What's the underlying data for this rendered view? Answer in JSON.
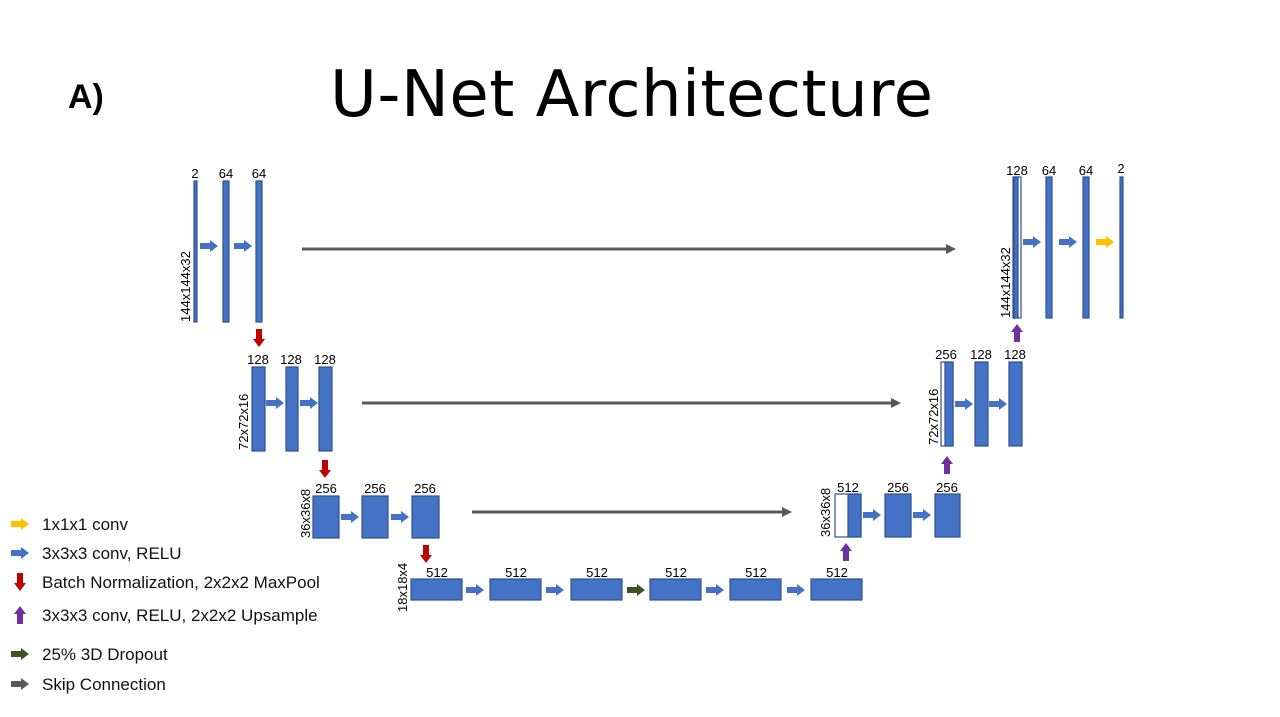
{
  "panel_label": "A)",
  "title": "U-Net Architecture",
  "colors": {
    "block_fill": "#4472C4",
    "block_stroke": "#2F528F",
    "conv_arrow": "#4472C4",
    "pool_arrow": "#C00000",
    "upsample_arrow": "#7030A0",
    "dropout_arrow": "#375623",
    "skip_arrow": "#595959",
    "onexone_arrow": "#FFC000"
  },
  "levels": [
    {
      "dim_label": "144x144x32",
      "encoder_channels": [
        "2",
        "64",
        "64"
      ],
      "decoder_channels": [
        "128",
        "64",
        "64",
        "2"
      ],
      "decoder_dim_label": "144x144x32"
    },
    {
      "dim_label": "72x72x16",
      "encoder_channels": [
        "128",
        "128",
        "128"
      ],
      "decoder_channels": [
        "256",
        "128",
        "128"
      ],
      "decoder_dim_label": "72x72x16"
    },
    {
      "dim_label": "36x36x8",
      "encoder_channels": [
        "256",
        "256",
        "256"
      ],
      "decoder_channels": [
        "512",
        "256",
        "256"
      ],
      "decoder_dim_label": "36x36x8"
    },
    {
      "dim_label": "18x18x4",
      "bottleneck_channels": [
        "512",
        "512",
        "512",
        "512",
        "512",
        "512"
      ]
    }
  ],
  "legend": [
    {
      "arrow": "onexone",
      "label": "1x1x1 conv"
    },
    {
      "arrow": "conv",
      "label": "3x3x3 conv, RELU"
    },
    {
      "arrow": "pool",
      "label": "Batch Normalization, 2x2x2 MaxPool"
    },
    {
      "arrow": "upsample",
      "label": "3x3x3 conv, RELU, 2x2x2 Upsample"
    },
    {
      "arrow": "dropout",
      "label": "25% 3D Dropout"
    },
    {
      "arrow": "skip",
      "label": "Skip Connection"
    }
  ]
}
